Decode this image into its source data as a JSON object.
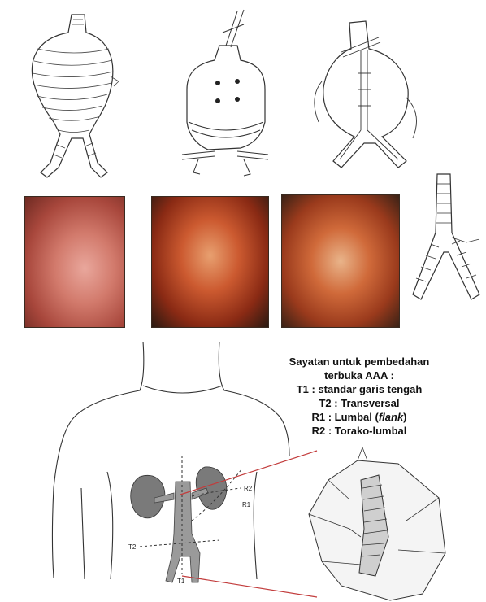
{
  "legend": {
    "title": "Sayatan untuk pembedahan",
    "title2": "terbuka AAA :",
    "items": [
      {
        "code": "T1",
        "text": "standar garis tengah"
      },
      {
        "code": "T2",
        "text": "Transversal"
      },
      {
        "code": "R1",
        "text": "Lumbal (",
        "italic": "flank",
        "after": ")"
      },
      {
        "code": "R2",
        "text": "Torako-lumbal"
      }
    ]
  },
  "labels": {
    "r2": "R2",
    "r1": "R1",
    "t2": "T2",
    "t1": "T1"
  }
}
